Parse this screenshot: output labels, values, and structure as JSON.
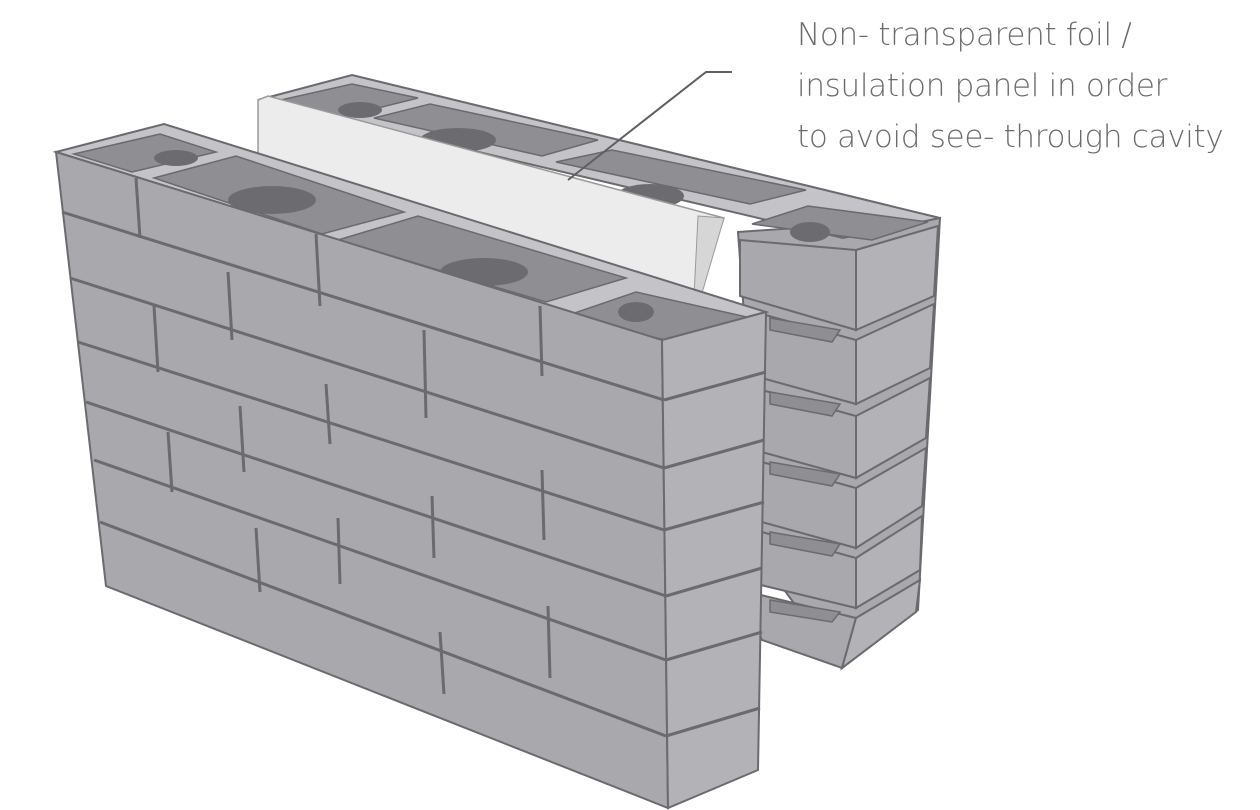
{
  "annotation": {
    "lines": [
      "Non- transparent foil /",
      "insulation panel in order",
      "to avoid see- through cavity"
    ]
  },
  "colors": {
    "front_face": "#a9a8ad",
    "top_face": "#c4c3c7",
    "tray_floor": "#8f8e93",
    "hole": "#6c6b70",
    "mortar_line": "#6b6a6f",
    "insulation_panel": "#ececec",
    "leader_line": "#5f5f5f",
    "text": "#6b6b6b"
  }
}
